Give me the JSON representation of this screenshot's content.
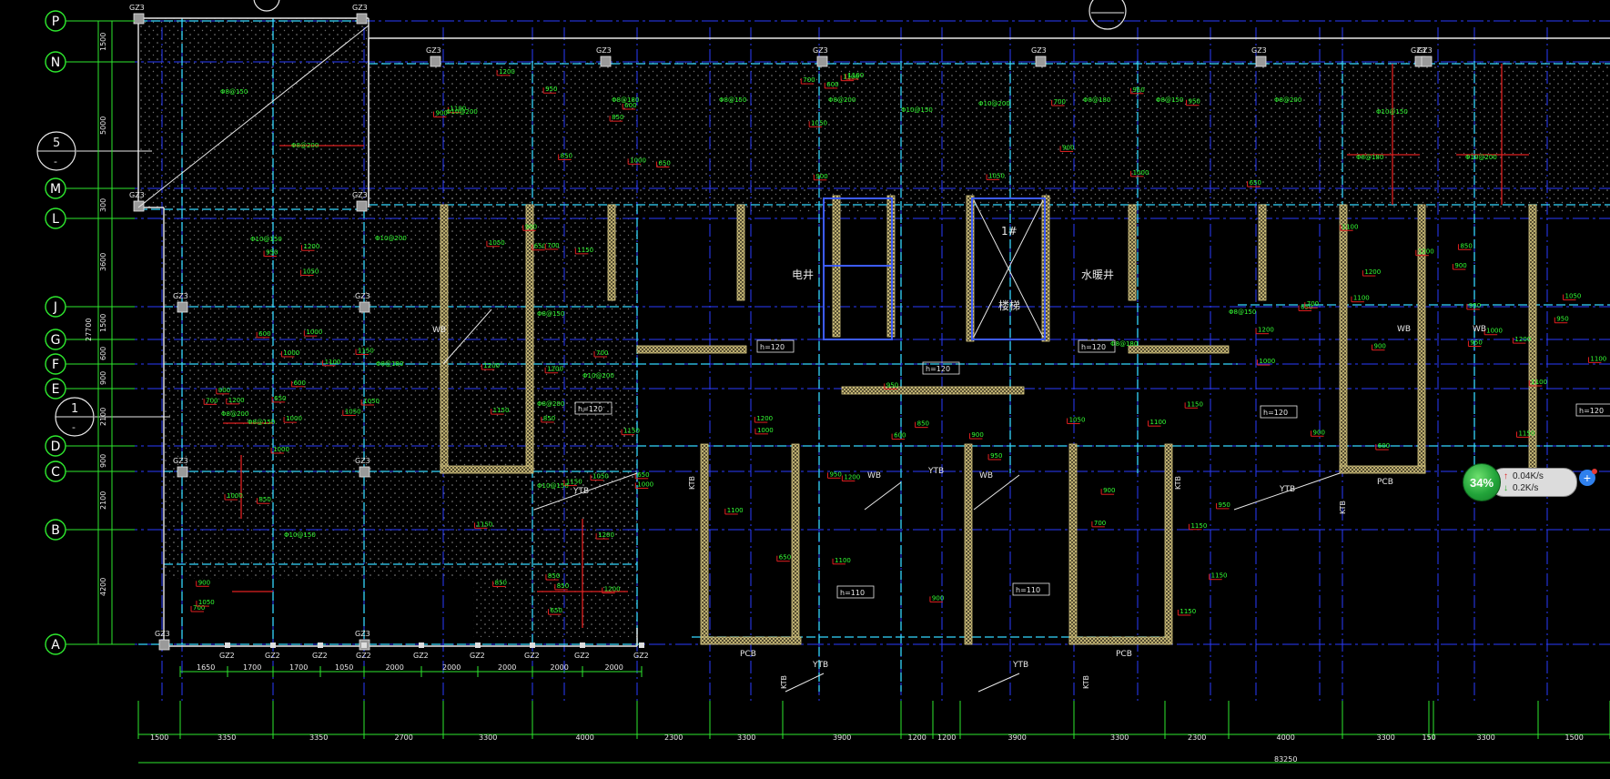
{
  "axes_vertical": [
    {
      "label": "P"
    },
    {
      "label": "N"
    },
    {
      "label": "M"
    },
    {
      "label": "L"
    },
    {
      "label": "J"
    },
    {
      "label": "G"
    },
    {
      "label": "F"
    },
    {
      "label": "E"
    },
    {
      "label": "D"
    },
    {
      "label": "C"
    },
    {
      "label": "B"
    },
    {
      "label": "A"
    }
  ],
  "section_marks": [
    {
      "num": "5",
      "sub": "-"
    },
    {
      "num": "1",
      "sub": "-"
    }
  ],
  "left_dims": {
    "segments": [
      "1500",
      "5000",
      "300",
      "3600",
      "1500",
      "600",
      "900",
      "2100",
      "900",
      "2100",
      "4200"
    ],
    "total": "27700"
  },
  "bottom_dims_inner": [
    "1650",
    "1700",
    "1700",
    "1050",
    "2000",
    "2000",
    "2000",
    "2000",
    "2000"
  ],
  "bottom_dims_main": [
    "1500",
    "3350",
    "3350",
    "2700",
    "3300",
    "4000",
    "2300",
    "3300",
    "3900",
    "1200",
    "1200",
    "3900",
    "3300",
    "2300",
    "4000",
    "3300",
    "150",
    "3300",
    "1500"
  ],
  "overall_dim": "83250",
  "room_labels": {
    "elec_shaft": "电井",
    "water_shaft": "水暖井",
    "stair_no": "1#",
    "stair": "楼梯"
  },
  "callouts": {
    "gz3": "GZ3",
    "gz2": "GZ2",
    "pcb": "PCB",
    "ktb": "KTB",
    "ytb": "YTB",
    "wb": "WB",
    "h120": "h=120",
    "h110": "h=110"
  },
  "rebar_labels": [
    "Φ8@150",
    "Φ8@200",
    "Φ10@150",
    "Φ10@200",
    "Φ8@180"
  ],
  "rebar_numbers": [
    "950",
    "1000",
    "1050",
    "1100",
    "1150",
    "1200",
    "900",
    "850",
    "600",
    "650",
    "700"
  ],
  "network_widget": {
    "percent": "34%",
    "upload": "0.04K/s",
    "download": "0.2K/s",
    "plus": "+",
    "up_arrow": "↑",
    "down_arrow": "↓"
  },
  "colors": {
    "background": "#000000",
    "axis_green": "#2ee82e",
    "grid_blue": "#2a3cff",
    "rebar_red": "#e02020",
    "rebar_green_text": "#34ff34",
    "cyan_line": "#34d8ff",
    "wall_white": "#e8e8e8",
    "hatch_yellow": "#d8c882",
    "dot_fill": "#8a8a8a"
  }
}
